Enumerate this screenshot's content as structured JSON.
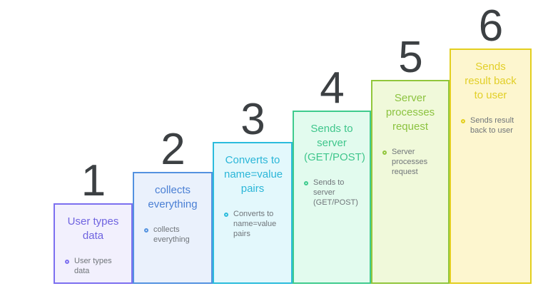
{
  "diagram": {
    "type": "staircase-process",
    "step_count": 6,
    "background_color": "#ffffff",
    "number_color": "#3c4043",
    "bullet_text_color": "#70757a",
    "steps": [
      {
        "number": "1",
        "title": "User types data",
        "bullet": "User types data",
        "accent_color": "#7c6ff0",
        "fill_color": "#f2f0fd",
        "title_color": "#6f63e0",
        "bullet_marker": "hollow-circle-bullet"
      },
      {
        "number": "2",
        "title": "collects everything",
        "bullet": "collects everything",
        "accent_color": "#5392e0",
        "fill_color": "#eaf1fc",
        "title_color": "#4a7fd4",
        "bullet_marker": "hollow-circle-bullet"
      },
      {
        "number": "3",
        "title": "Converts to name=value pairs",
        "bullet": "Converts to name=value pairs",
        "accent_color": "#2bbcdc",
        "fill_color": "#e3f8fc",
        "title_color": "#2bb6d8",
        "bullet_marker": "hollow-circle-bullet"
      },
      {
        "number": "4",
        "title": "Sends to server (GET/POST)",
        "bullet": "Sends to server (GET/POST)",
        "accent_color": "#3fcb8e",
        "fill_color": "#e2fbee",
        "title_color": "#3fc68c",
        "bullet_marker": "hollow-circle-bullet"
      },
      {
        "number": "5",
        "title": "Server processes request",
        "bullet": "Server processes request",
        "accent_color": "#91c63c",
        "fill_color": "#f0f9da",
        "title_color": "#8cc340",
        "bullet_marker": "hollow-circle-bullet"
      },
      {
        "number": "6",
        "title": "Sends result back to user",
        "bullet": "Sends result back to user",
        "accent_color": "#e3cf1f",
        "fill_color": "#fdf6cf",
        "title_color": "#e2cf28",
        "bullet_marker": "hollow-circle-bullet"
      }
    ]
  }
}
